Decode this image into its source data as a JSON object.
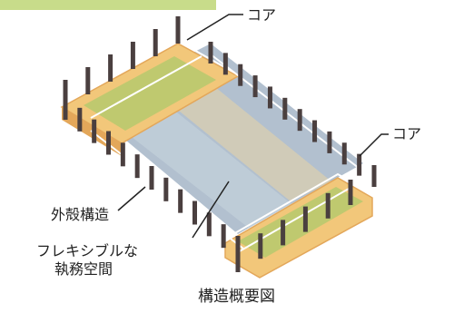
{
  "labels": {
    "core_top": "コア",
    "core_right": "コア",
    "outer_shell": "外殻構造",
    "flexible_line1": "フレキシブルな",
    "flexible_line2": "執務空間",
    "caption": "構造概要図"
  },
  "colors": {
    "core_fill": "#f2c77a",
    "core_edge": "#e3a75a",
    "green_deck": "#b9c96e",
    "office_floor": "#aebdcc",
    "office_floor_light": "#c9d5de",
    "beam_band": "#d9cfb0",
    "column": "#4a3f3f",
    "leader_line": "#222222",
    "top_bar": "#c8dc8a"
  }
}
